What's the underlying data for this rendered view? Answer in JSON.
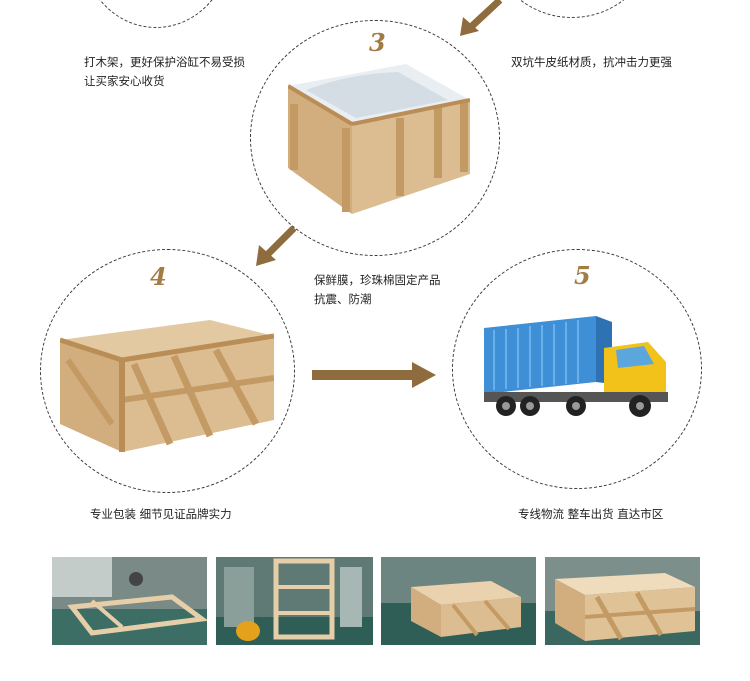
{
  "steps": [
    {
      "number": "3",
      "caption_lines": [
        "保鲜膜，珍珠棉固定产品",
        "抗震、防潮"
      ]
    },
    {
      "number": "4",
      "caption": "专业包装  细节见证品牌实力"
    },
    {
      "number": "5",
      "caption": "专线物流 整车出货 直达市区"
    }
  ],
  "top_captions": {
    "left_lines": [
      "打木架，更好保护浴缸不易受损",
      "让买家安心收货"
    ],
    "right": "双坑牛皮纸材质，抗冲击力更强"
  },
  "colors": {
    "accent_number": "#a37c43",
    "arrow": "#8e6c3d",
    "circle_border": "#3a3a3a",
    "wood": "#d9b98c",
    "truck_container": "#3f8fd6",
    "truck_cab": "#f2c21a"
  },
  "photos": [
    "wooden-frame-photo",
    "frame-assembly-photo",
    "crated-box-photo",
    "packed-crate-photo"
  ]
}
